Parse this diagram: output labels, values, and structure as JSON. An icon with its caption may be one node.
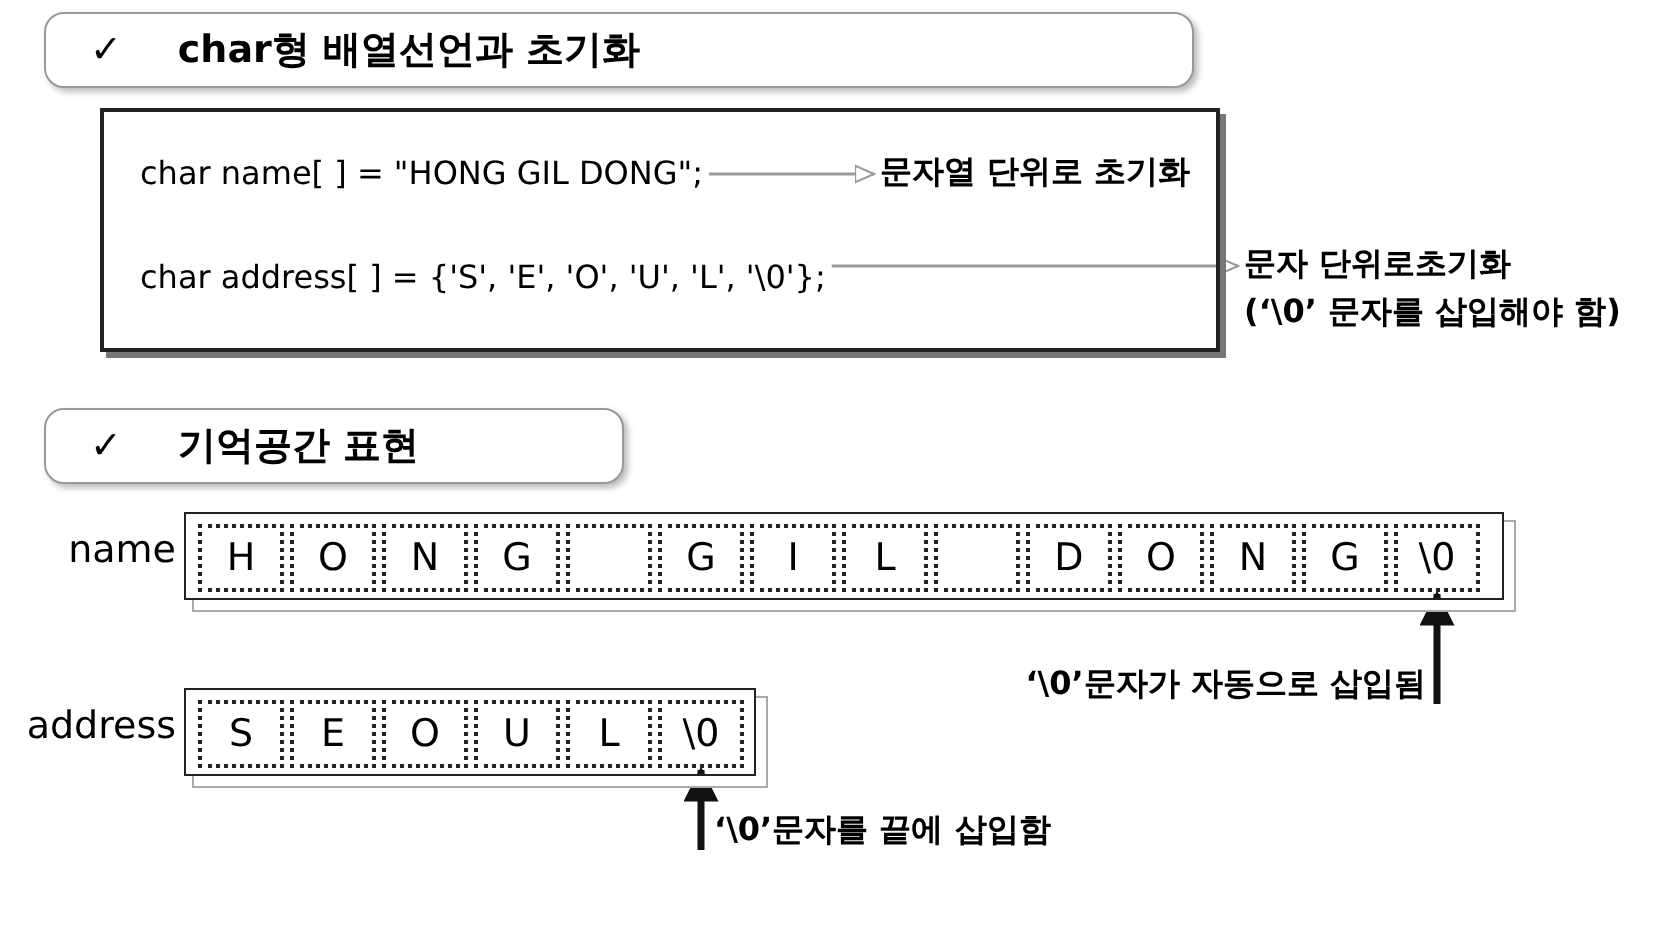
{
  "diagram": {
    "nodes": [
      {
        "text": [
          "✓",
          "char형 배열선언과 초기화"
        ]
      },
      {
        "text": [],
        "shape": "box"
      },
      {
        "text": [
          "char name[ ] = \"HONG GIL DONG\";"
        ],
        "in": 1
      },
      {
        "text": [
          "문자열 단위로 초기화"
        ],
        "in": 1
      },
      {
        "text": [
          "char address[ ] = {'S', 'E', 'O', 'U', 'L', '\\0'};"
        ],
        "in": 1
      },
      {
        "text": [
          "문자 단위로초기화",
          "(‘\\0’ 문자를 삽입해야 함)"
        ]
      },
      {
        "text": [
          "✓",
          "기억공간 표현"
        ]
      },
      {
        "text": [],
        "shape": "box",
        "beside": [
          "name"
        ]
      },
      {
        "text": [
          "H"
        ],
        "in": 7
      },
      {
        "text": [
          "O"
        ],
        "in": 7
      },
      {
        "text": [
          "N"
        ],
        "in": 7
      },
      {
        "text": [
          "G"
        ],
        "in": 7
      },
      {
        "text": [],
        "shape": "box",
        "in": 7
      },
      {
        "text": [
          "G"
        ],
        "in": 7
      },
      {
        "text": [
          "I"
        ],
        "in": 7
      },
      {
        "text": [
          "L"
        ],
        "in": 7
      },
      {
        "text": [],
        "shape": "box",
        "in": 7
      },
      {
        "text": [
          "D"
        ],
        "in": 7
      },
      {
        "text": [
          "O"
        ],
        "in": 7
      },
      {
        "text": [
          "N"
        ],
        "in": 7
      },
      {
        "text": [
          "G"
        ],
        "in": 7
      },
      {
        "text": [
          "\\0"
        ],
        "in": 7
      },
      {
        "text": [
          "‘\\0’문자가 자동으로 삽입됨"
        ]
      },
      {
        "text": [],
        "shape": "box",
        "beside": [
          "address"
        ]
      },
      {
        "text": [
          "S"
        ],
        "in": 23
      },
      {
        "text": [
          "E"
        ],
        "in": 23
      },
      {
        "text": [
          "O"
        ],
        "in": 23
      },
      {
        "text": [
          "U"
        ],
        "in": 23
      },
      {
        "text": [
          "L"
        ],
        "in": 23
      },
      {
        "text": [
          "\\0"
        ],
        "in": 23
      },
      {
        "text": [
          "‘\\0’문자를 끝에 삽입함"
        ]
      }
    ],
    "edges": [
      {
        "from": 2,
        "to": 3,
        "arrow": "to",
        "color": "#999999"
      },
      {
        "from": 4,
        "to": 5,
        "arrow": "to",
        "color": "#999999"
      },
      {
        "from": 22,
        "to": 21,
        "arrow": "to",
        "style": "thick",
        "color": "#111111"
      },
      {
        "from": 30,
        "to": 29,
        "arrow": "to",
        "style": "thick",
        "color": "#111111"
      }
    ]
  }
}
